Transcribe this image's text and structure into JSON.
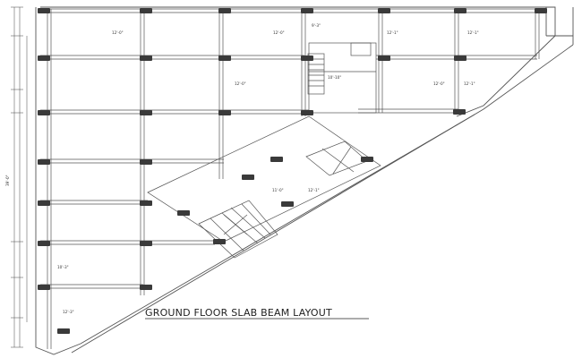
{
  "drawing": {
    "title": "GROUND FLOOR SLAB BEAM LAYOUT",
    "colors": {
      "background": "#ffffff",
      "line": "#555555",
      "column": "#3a3a3a",
      "dimension": "#444444",
      "text": "#222222"
    },
    "dimension_labels": {
      "left_total": "39'-0\"",
      "stair_width": "10'-10\"",
      "v1": "12'-0\"",
      "v2": "12'-0\"",
      "v3": "12'-1\"",
      "v4": "12'-1\"",
      "v5": "9'-3\"",
      "v6": "12'-0\"",
      "v7": "12'-0\"",
      "v8": "10'-3\"",
      "v9": "12'-3\"",
      "v10": "11'-0\"",
      "v11": "12'-1\"",
      "v12": "12'-1\""
    }
  }
}
